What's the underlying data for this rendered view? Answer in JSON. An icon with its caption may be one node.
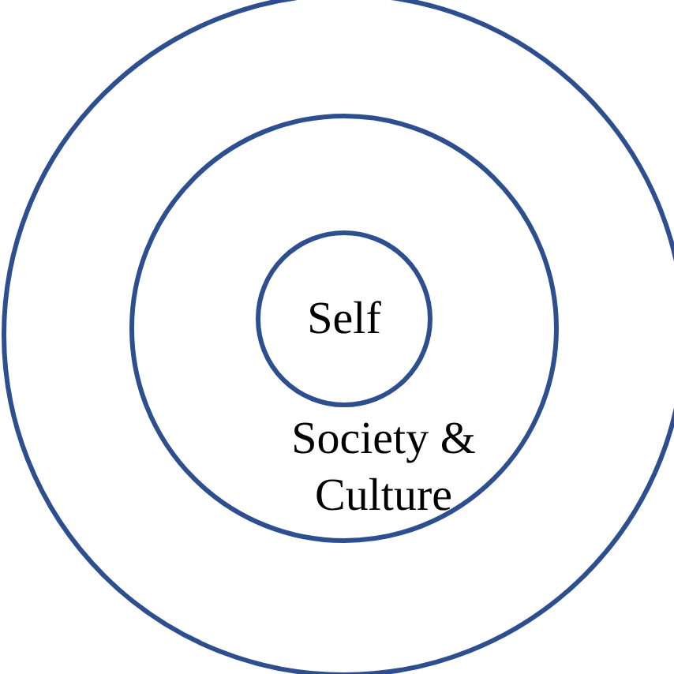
{
  "diagram": {
    "nodes": [
      {
        "text": [],
        "shape": "circle"
      },
      {
        "text": [
          "Society & Culture"
        ],
        "in": 0
      },
      {
        "text": [
          "Self"
        ],
        "in": 1
      }
    ]
  }
}
